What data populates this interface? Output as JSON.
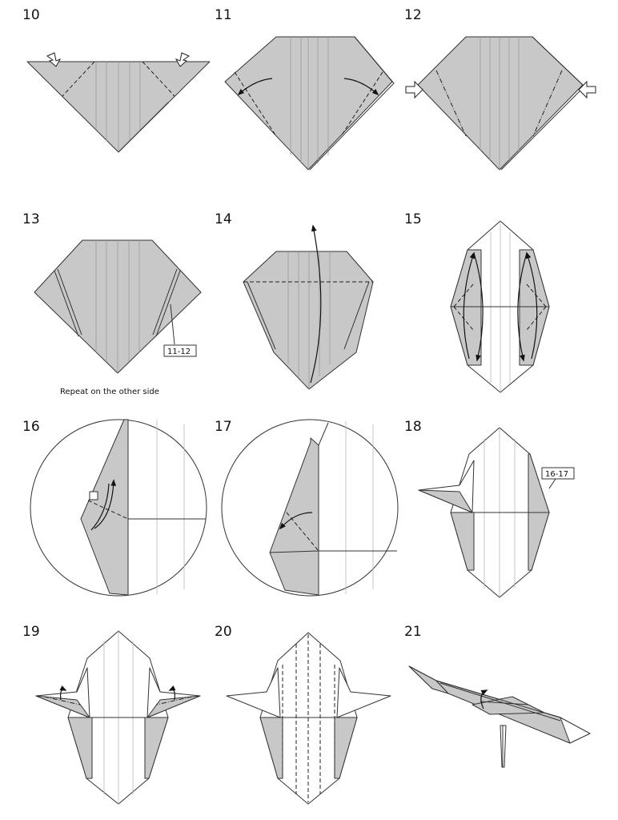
{
  "steps": [
    {
      "number": "10"
    },
    {
      "number": "11"
    },
    {
      "number": "12"
    },
    {
      "number": "13",
      "note": "Repeat on the other side",
      "ref": "11-12"
    },
    {
      "number": "14"
    },
    {
      "number": "15"
    },
    {
      "number": "16"
    },
    {
      "number": "17"
    },
    {
      "number": "18",
      "ref": "16-17"
    },
    {
      "number": "19"
    },
    {
      "number": "20"
    },
    {
      "number": "21"
    }
  ],
  "colors": {
    "paper": "#c8c8c8",
    "white_side": "#ffffff",
    "line": "#333333"
  }
}
